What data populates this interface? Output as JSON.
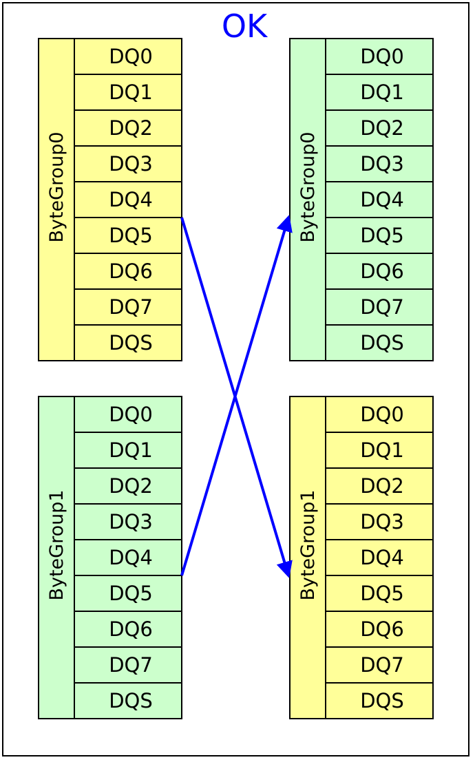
{
  "title": "OK",
  "colors": {
    "yellow": "#ffff99",
    "green": "#ccffcc",
    "title": "#0000ff",
    "arrow": "#0000ff",
    "stroke": "#000000"
  },
  "groups": [
    {
      "id": "top-left",
      "label": "ByteGroup0",
      "color": "yellow",
      "signals": [
        "DQ0",
        "DQ1",
        "DQ2",
        "DQ3",
        "DQ4",
        "DQ5",
        "DQ6",
        "DQ7",
        "DQS"
      ]
    },
    {
      "id": "top-right",
      "label": "ByteGroup0",
      "color": "green",
      "signals": [
        "DQ0",
        "DQ1",
        "DQ2",
        "DQ3",
        "DQ4",
        "DQ5",
        "DQ6",
        "DQ7",
        "DQS"
      ]
    },
    {
      "id": "bottom-left",
      "label": "ByteGroup1",
      "color": "green",
      "signals": [
        "DQ0",
        "DQ1",
        "DQ2",
        "DQ3",
        "DQ4",
        "DQ5",
        "DQ6",
        "DQ7",
        "DQS"
      ]
    },
    {
      "id": "bottom-right",
      "label": "ByteGroup1",
      "color": "yellow",
      "signals": [
        "DQ0",
        "DQ1",
        "DQ2",
        "DQ3",
        "DQ4",
        "DQ5",
        "DQ6",
        "DQ7",
        "DQS"
      ]
    }
  ],
  "connections": [
    {
      "from": "top-left",
      "to": "bottom-right"
    },
    {
      "from": "bottom-left",
      "to": "top-right"
    }
  ]
}
